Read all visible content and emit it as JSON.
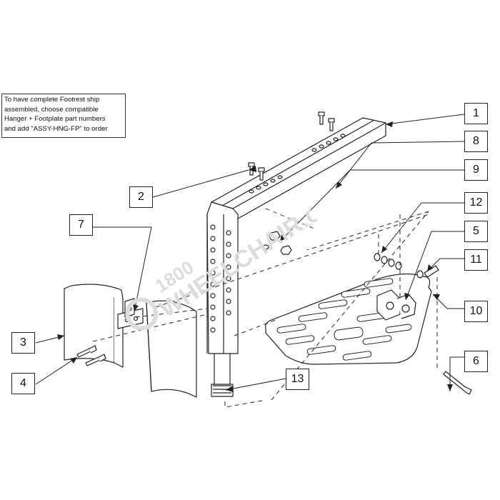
{
  "note": {
    "lines": [
      "To have complete Footrest ship",
      "assembled, choose compatible",
      "Hanger + Footplate part numbers",
      "and add \"ASSY-HNG-FP\" to order"
    ]
  },
  "callouts": [
    "1",
    "2",
    "3",
    "4",
    "5",
    "6",
    "7",
    "8",
    "9",
    "10",
    "11",
    "12",
    "13"
  ],
  "watermark": {
    "line1": "1800",
    "line2": "WHEELCHAIR.com"
  },
  "colors": {
    "line": "#222222",
    "fill": "#ffffff",
    "watermark": "#d9d9d9"
  }
}
